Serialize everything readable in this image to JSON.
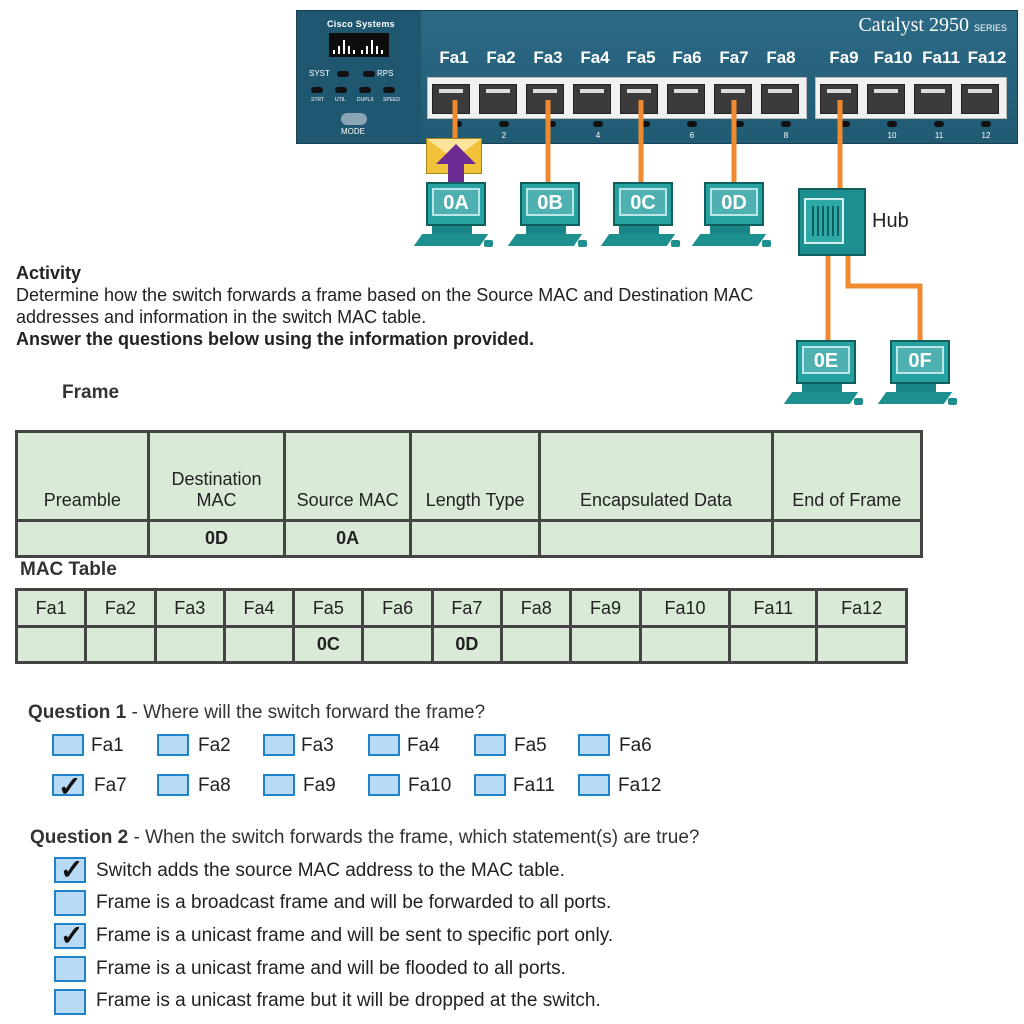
{
  "switch": {
    "brand": "Cisco Systems",
    "model": "Catalyst 2950",
    "series": "SERIES",
    "led_labels": [
      "SYST",
      "RPS",
      "STRT",
      "UTIL",
      "DUPLX",
      "SPEED"
    ],
    "mode_label": "MODE",
    "ports": [
      "Fa1",
      "Fa2",
      "Fa3",
      "Fa4",
      "Fa5",
      "Fa6",
      "Fa7",
      "Fa8",
      "Fa9",
      "Fa10",
      "Fa11",
      "Fa12"
    ],
    "port_numbers": [
      "2",
      "4",
      "6",
      "8",
      "10",
      "11",
      "12"
    ]
  },
  "computers": [
    "0A",
    "0B",
    "0C",
    "0D",
    "0E",
    "0F"
  ],
  "hub_label": "Hub",
  "activity": {
    "title": "Activity",
    "text": "Determine how the switch forwards a frame based on the Source MAC and Destination MAC addresses and information in the switch MAC table.",
    "instruction": "Answer the questions below using the information provided."
  },
  "frame": {
    "title": "Frame",
    "headers": [
      "Preamble",
      "Destination MAC",
      "Source MAC",
      "Length Type",
      "Encapsulated Data",
      "End of Frame"
    ],
    "values": [
      "",
      "0D",
      "0A",
      "",
      "",
      ""
    ]
  },
  "mac_table": {
    "title": "MAC Table",
    "headers": [
      "Fa1",
      "Fa2",
      "Fa3",
      "Fa4",
      "Fa5",
      "Fa6",
      "Fa7",
      "Fa8",
      "Fa9",
      "Fa10",
      "Fa11",
      "Fa12"
    ],
    "values": [
      "",
      "",
      "",
      "",
      "0C",
      "",
      "0D",
      "",
      "",
      "",
      "",
      ""
    ]
  },
  "question1": {
    "label": "Question 1",
    "text": " - Where will the switch forward the frame?",
    "options": [
      {
        "label": "Fa1",
        "checked": false
      },
      {
        "label": "Fa2",
        "checked": false
      },
      {
        "label": "Fa3",
        "checked": false
      },
      {
        "label": "Fa4",
        "checked": false
      },
      {
        "label": "Fa5",
        "checked": false
      },
      {
        "label": "Fa6",
        "checked": false
      },
      {
        "label": "Fa7",
        "checked": true
      },
      {
        "label": "Fa8",
        "checked": false
      },
      {
        "label": "Fa9",
        "checked": false
      },
      {
        "label": "Fa10",
        "checked": false
      },
      {
        "label": "Fa11",
        "checked": false
      },
      {
        "label": "Fa12",
        "checked": false
      }
    ]
  },
  "question2": {
    "label": "Question 2",
    "text": " - When the switch forwards the frame, which statement(s) are true?",
    "options": [
      {
        "label": "Switch adds the source MAC address to the MAC table.",
        "checked": true
      },
      {
        "label": "Frame is a broadcast frame and will be forwarded to all ports.",
        "checked": false
      },
      {
        "label": "Frame is a unicast frame and will be sent to specific port only.",
        "checked": true
      },
      {
        "label": "Frame is a unicast frame and will be flooded to all ports.",
        "checked": false
      },
      {
        "label": "Frame is a unicast frame but it will be dropped at the switch.",
        "checked": false
      }
    ]
  },
  "colors": {
    "cable": "#f08a30",
    "arrow": "#6a2c91",
    "table_fill": "#d9ead6",
    "checkbox_fill": "#b8daf5",
    "checkbox_border": "#1e83c9"
  }
}
